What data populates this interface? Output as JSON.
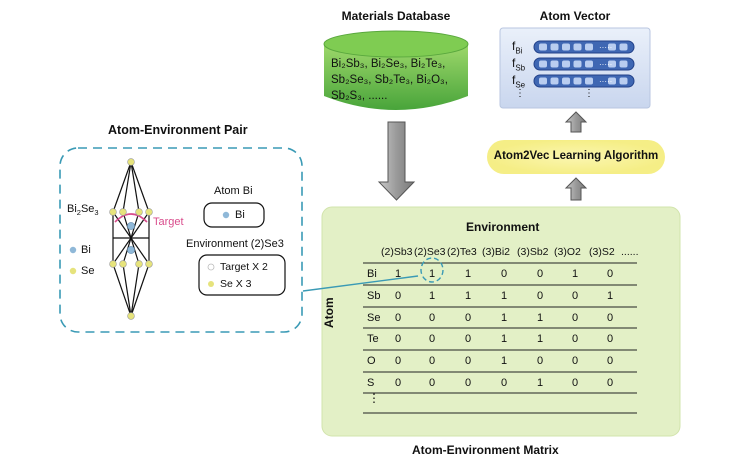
{
  "database": {
    "title": "Materials Database",
    "line1": "Bi₂Sb₃, Bi₂Se₃, Bi₂Te₃,",
    "line2": "Sb₂Se₃, Sb₂Te₃, Bi₂O₃,",
    "line3": "Sb₂S₃, ......"
  },
  "vector": {
    "title": "Atom Vector",
    "labels": [
      "f",
      "f",
      "f"
    ],
    "subs": [
      "Bi",
      "Sb",
      "Se"
    ],
    "dots": "⋮"
  },
  "algorithm": {
    "label": "Atom2Vec Learning Algorithm"
  },
  "pair": {
    "title": "Atom-Environment Pair",
    "compound_main": "Bi",
    "compound_sub1": "2",
    "compound_mid": "Se",
    "compound_sub2": "3",
    "target": "Target",
    "legend_bi": "Bi",
    "legend_se": "Se",
    "atom_label": "Atom Bi",
    "atom_box": "Bi",
    "env_label": "Environment (2)Se3",
    "env_target": "Target X 2",
    "env_se": "Se X 3"
  },
  "matrix": {
    "title": "Environment",
    "side_label": "Atom",
    "caption": "Atom-Environment Matrix",
    "columns": [
      "(2)Sb3",
      "(2)Se3",
      "(2)Te3",
      "(3)Bi2",
      "(3)Sb2",
      "(3)O2",
      "(3)S2",
      "......"
    ],
    "rows": [
      {
        "atom": "Bi",
        "values": [
          "1",
          "1",
          "1",
          "0",
          "0",
          "1",
          "0"
        ]
      },
      {
        "atom": "Sb",
        "values": [
          "0",
          "1",
          "1",
          "1",
          "0",
          "0",
          "1"
        ]
      },
      {
        "atom": "Se",
        "values": [
          "0",
          "0",
          "0",
          "1",
          "1",
          "0",
          "0"
        ]
      },
      {
        "atom": "Te",
        "values": [
          "0",
          "0",
          "0",
          "1",
          "1",
          "0",
          "0"
        ]
      },
      {
        "atom": "O",
        "values": [
          "0",
          "0",
          "0",
          "1",
          "0",
          "0",
          "0"
        ]
      },
      {
        "atom": "S",
        "values": [
          "0",
          "0",
          "0",
          "0",
          "1",
          "0",
          "0"
        ]
      }
    ],
    "more_rows": "⋮"
  },
  "colors": {
    "green_light": "#e3f0c6",
    "green_db": "#5cb848",
    "teal_dash": "#3a9ab5",
    "yellow": "#f7f29a",
    "target_pink": "#d94c8c",
    "vector_blue": "#4f7cc4"
  }
}
